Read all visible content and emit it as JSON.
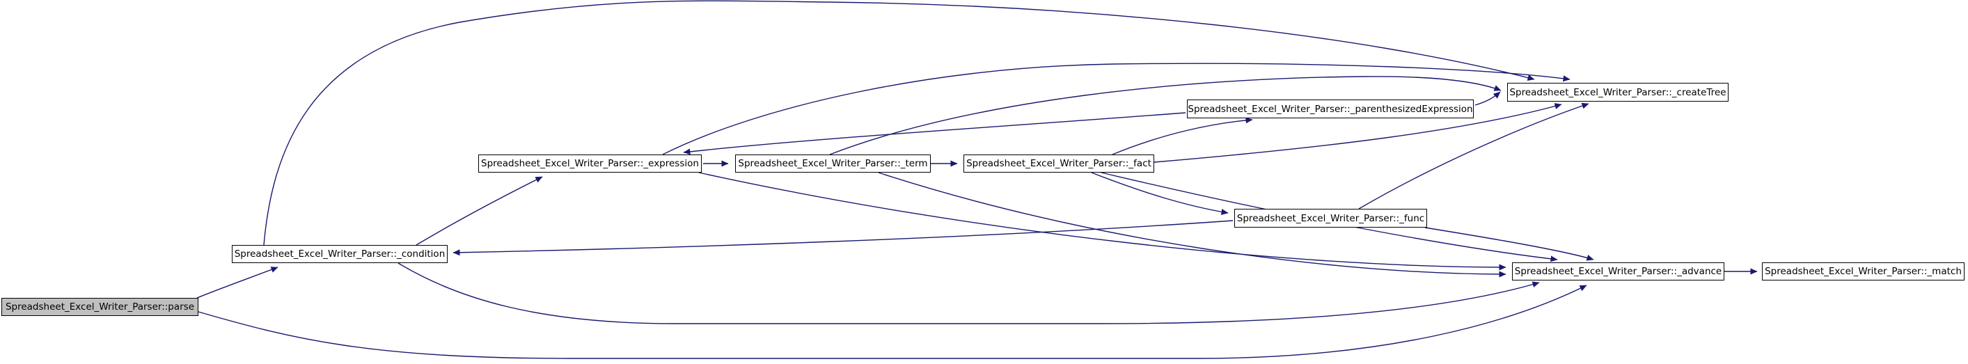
{
  "diagram": {
    "type": "call-graph",
    "root_function": "Spreadsheet_Excel_Writer_Parser::parse",
    "edge_color": "#191970",
    "node_fill": "#ffffff",
    "node_border_color": "#000000",
    "highlight_node_fill": "#bfbfbf",
    "nodes": [
      {
        "id": "parse",
        "label": "Spreadsheet_Excel_Writer_Parser::parse",
        "highlighted": true
      },
      {
        "id": "condition",
        "label": "Spreadsheet_Excel_Writer_Parser::_condition",
        "highlighted": false
      },
      {
        "id": "expression",
        "label": "Spreadsheet_Excel_Writer_Parser::_expression",
        "highlighted": false
      },
      {
        "id": "term",
        "label": "Spreadsheet_Excel_Writer_Parser::_term",
        "highlighted": false
      },
      {
        "id": "fact",
        "label": "Spreadsheet_Excel_Writer_Parser::_fact",
        "highlighted": false
      },
      {
        "id": "parenthesizedExpression",
        "label": "Spreadsheet_Excel_Writer_Parser::_parenthesizedExpression",
        "highlighted": false
      },
      {
        "id": "func",
        "label": "Spreadsheet_Excel_Writer_Parser::_func",
        "highlighted": false
      },
      {
        "id": "createTree",
        "label": "Spreadsheet_Excel_Writer_Parser::_createTree",
        "highlighted": false
      },
      {
        "id": "advance",
        "label": "Spreadsheet_Excel_Writer_Parser::_advance",
        "highlighted": false
      },
      {
        "id": "match",
        "label": "Spreadsheet_Excel_Writer_Parser::_match",
        "highlighted": false
      }
    ],
    "edges": [
      {
        "from": "parse",
        "to": "condition"
      },
      {
        "from": "parse",
        "to": "advance"
      },
      {
        "from": "condition",
        "to": "expression"
      },
      {
        "from": "condition",
        "to": "createTree"
      },
      {
        "from": "condition",
        "to": "advance"
      },
      {
        "from": "expression",
        "to": "term"
      },
      {
        "from": "expression",
        "to": "createTree"
      },
      {
        "from": "expression",
        "to": "advance"
      },
      {
        "from": "term",
        "to": "fact"
      },
      {
        "from": "term",
        "to": "createTree"
      },
      {
        "from": "term",
        "to": "advance"
      },
      {
        "from": "fact",
        "to": "parenthesizedExpression"
      },
      {
        "from": "fact",
        "to": "func"
      },
      {
        "from": "fact",
        "to": "createTree"
      },
      {
        "from": "fact",
        "to": "advance"
      },
      {
        "from": "func",
        "to": "condition"
      },
      {
        "from": "func",
        "to": "createTree"
      },
      {
        "from": "func",
        "to": "advance"
      },
      {
        "from": "parenthesizedExpression",
        "to": "expression"
      },
      {
        "from": "parenthesizedExpression",
        "to": "createTree"
      },
      {
        "from": "advance",
        "to": "match"
      }
    ]
  }
}
